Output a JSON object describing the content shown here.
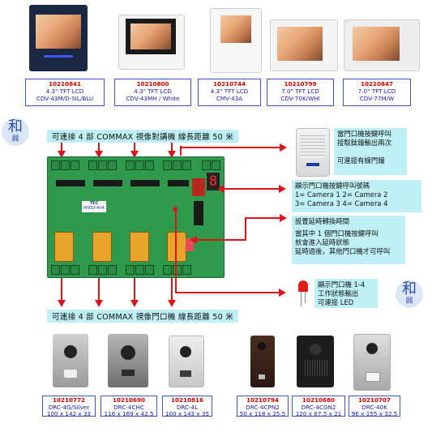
{
  "monitors": [
    {
      "code": "10210841",
      "line1": "4.3\" TFT LCD",
      "line2": "CDV-43M/D-SIL/BLU"
    },
    {
      "code": "10210800",
      "line1": "4.3\" TFT LCD",
      "line2": "CDV-43MH / White"
    },
    {
      "code": "10210744",
      "line1": "4.3\" TFT LCD",
      "line2": "CMV-43A"
    },
    {
      "code": "10210799",
      "line1": "7.0\" TFT LCD",
      "line2": "CDV-70K/WHI"
    },
    {
      "code": "10210847",
      "line1": "7.0\" TFT LCD",
      "line2": "CDV-77M/W"
    }
  ],
  "banners": {
    "top": "可連接 4 部 COMMAX 視像對講機  線長距離 50 米",
    "bottom": "可連接 4 部 COMMAX 視像門口機  線長距離 50 米"
  },
  "board": {
    "brand": "TEC",
    "model": "MNSV-4V4",
    "display_digit": "8"
  },
  "notes": {
    "chime": [
      "當門口機按鍵呼叫",
      "接駁鈦鐘輸出兩次",
      "",
      "可連接有線門鐘"
    ],
    "display": [
      "顯示門口機按鍵呼叫號碼",
      "1=  Camera 1   2=  Camera 2",
      "3=  Camera 3   4=  Camera 4"
    ],
    "delay": [
      "設置延時轉換時間",
      "",
      "當其中 1 個門口機按鍵呼叫",
      "就會進入延時狀態",
      "延時過後，其他門口機才可呼叫"
    ],
    "led": [
      "顯示門口機 1-4",
      "工作狀態輸出",
      "可連接 LED"
    ]
  },
  "doors": [
    {
      "code": "10210772",
      "line1": "DRC-4G/Silver",
      "line2": "100 x 142 x 33"
    },
    {
      "code": "10210690",
      "line1": "DRC-4CHC",
      "line2": "116 x 169 x 42.5"
    },
    {
      "code": "10210816",
      "line1": "DRC-4L",
      "line2": "100 x 143 x 35"
    },
    {
      "code": "10210794",
      "line1": "DRC-4CPN2",
      "line2": "50 x 118 x 25.5"
    },
    {
      "code": "10210680",
      "line1": "DRC-4CGN2",
      "line2": "120 x 87.5 x 21"
    },
    {
      "code": "10210707",
      "line1": "DRC-40K",
      "line2": "96 x 155 x 32.5"
    }
  ],
  "watermark": {
    "char": "和",
    "sub": "興"
  },
  "colors": {
    "accent": "#e0121a",
    "label_border": "#3a56c8",
    "label_code": "#d40000",
    "banner_bg": "#bff0f5",
    "board": "#2f9a4c",
    "relay": "#e6a52a"
  }
}
